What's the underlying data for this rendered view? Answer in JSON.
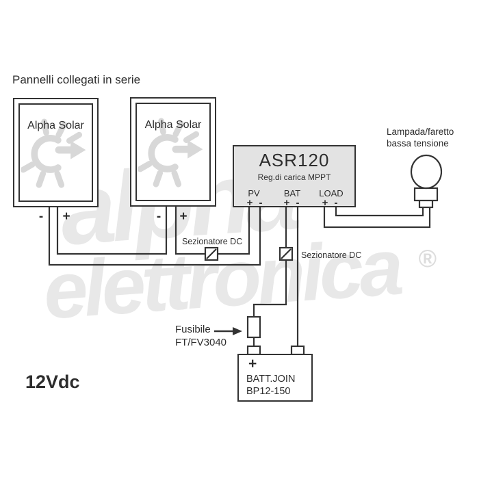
{
  "colors": {
    "line": "#333333",
    "text": "#2d2d2d",
    "box-fill": "#e3e3e3",
    "sun": "#d8d8d8",
    "watermark": "#e8e8e8",
    "watermark-registered": "#dddddd"
  },
  "header": {
    "title": "Pannelli collegati in serie"
  },
  "panels": {
    "p1": {
      "label": "Alpha Solar",
      "minus": "-",
      "plus": "+"
    },
    "p2": {
      "label": "Alpha Solar",
      "minus": "-",
      "plus": "+"
    }
  },
  "controller": {
    "model": "ASR120",
    "subtitle": "Reg.di carica MPPT",
    "pv": {
      "label": "PV",
      "plus": "+",
      "minus": "-"
    },
    "bat": {
      "label": "BAT",
      "plus": "+",
      "minus": "-"
    },
    "load": {
      "label": "LOAD",
      "plus": "+",
      "minus": "-"
    }
  },
  "lamp": {
    "line1": "Lampada/faretto",
    "line2": "bassa tensione"
  },
  "switch1": {
    "label": "Sezionatore DC"
  },
  "switch2": {
    "label": "Sezionatore DC"
  },
  "fuse": {
    "line1": "Fusibile",
    "line2": "FT/FV3040"
  },
  "battery": {
    "plus": "+",
    "name": "BATT.JOIN",
    "model": "BP12-150"
  },
  "voltage": "12Vdc",
  "watermark": {
    "word1": "alpha",
    "word2": "elettronica",
    "registered": "®"
  }
}
